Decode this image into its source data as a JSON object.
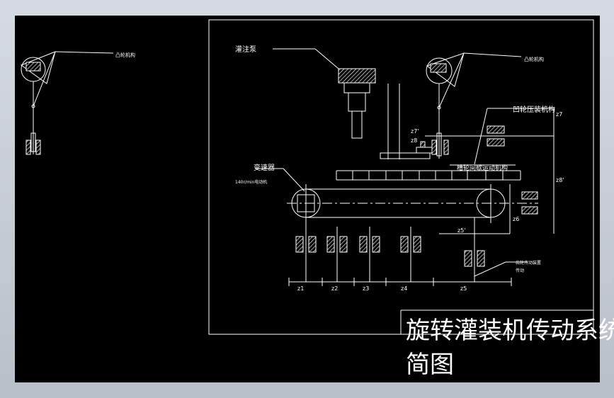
{
  "drawing": {
    "title_line1": "旋转灌装机传动系统",
    "title_line2": "简图",
    "labels": {
      "pump": "灌注泵",
      "reducer": "变速器",
      "motor": "140r/min电动机",
      "cam_left": "凸轮机构",
      "cam_right": "凸轮机构",
      "press": "凹轮压装机构",
      "intermittent": "槽轮间歇运动机构",
      "gear_note_1": "齿轮传动装置",
      "gear_note_2": "传动"
    },
    "gear_labels": {
      "z1": "z1",
      "z2": "z2",
      "z3": "z3",
      "z4": "z4",
      "z5": "z5",
      "z6": "z6",
      "z7": "z7",
      "z7p": "z7'",
      "z8": "z8",
      "z5p": "z5'",
      "z8p": "z8'"
    }
  },
  "colors": {
    "background": "#000000",
    "lines": "#ffffff",
    "frame": "#c9ced6"
  }
}
